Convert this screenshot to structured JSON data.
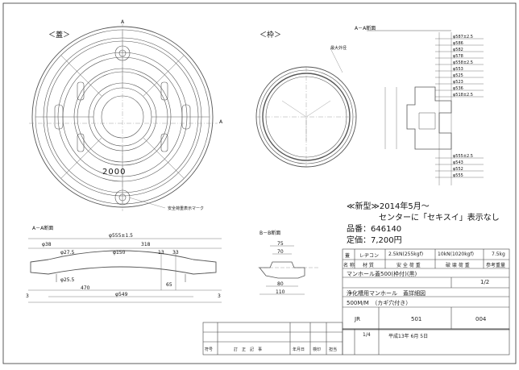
{
  "views": {
    "lid_title": "＜蓋＞",
    "frame_title": "＜枠＞",
    "section_aa_top": "A－A断面",
    "section_aa_lid": "A－A断面",
    "section_bb": "B－B断面",
    "section_mark": "A",
    "lid_text": "2000",
    "lid_note": "安全荷重表示マーク",
    "frame_note": "最大外径",
    "section_bottom_dims": [
      "φ555±2.5",
      "φ543",
      "φ552",
      "φ555"
    ]
  },
  "top_section_dims": [
    "φ587±2.5",
    "φ586",
    "φ582",
    "φ578",
    "φ558±2.5",
    "φ553",
    "φ525",
    "φ523",
    "φ536",
    "φ518±2.5"
  ],
  "lid_section_dims": {
    "overall": "φ555±1.5",
    "width_318": "318",
    "d38": "φ38",
    "d27": "φ27.5",
    "d150": "φ150",
    "d13": "13",
    "d33": "33",
    "d25": "φ25.5",
    "d470": "470",
    "d549": "φ549",
    "d3": "3",
    "d65": "65"
  },
  "bb_dims": [
    "75",
    "70",
    "80",
    "110"
  ],
  "notice": {
    "line1": "≪新型≫2014年5月～",
    "line2": "センターに「セキスイ」表示なし",
    "part_no": "品番：646140",
    "price": "定価：7,200円"
  },
  "title_block": {
    "r1": [
      "蓋",
      "レヂコン",
      "2.5kN(255kgf)",
      "10kN(1020kgf)",
      "7.5kg"
    ],
    "r2": [
      "名 称",
      "材 質",
      "安 全 荷 重",
      "破 壊 荷 重",
      "参考重量"
    ],
    "product": "マンホール蓋500(枠付)(黒)",
    "sheet": "1/2",
    "drawing": "浄化槽用マンホール　蓋詳細図",
    "spec": "500M/M　（カギ穴付き）",
    "std": "JR",
    "code1": "501",
    "code2": "004",
    "scale": "1/4",
    "date": "平成13年 6月 5日"
  },
  "revision_header": [
    "符号",
    "訂　正　記　事",
    "年月日",
    "検印",
    "担当"
  ]
}
